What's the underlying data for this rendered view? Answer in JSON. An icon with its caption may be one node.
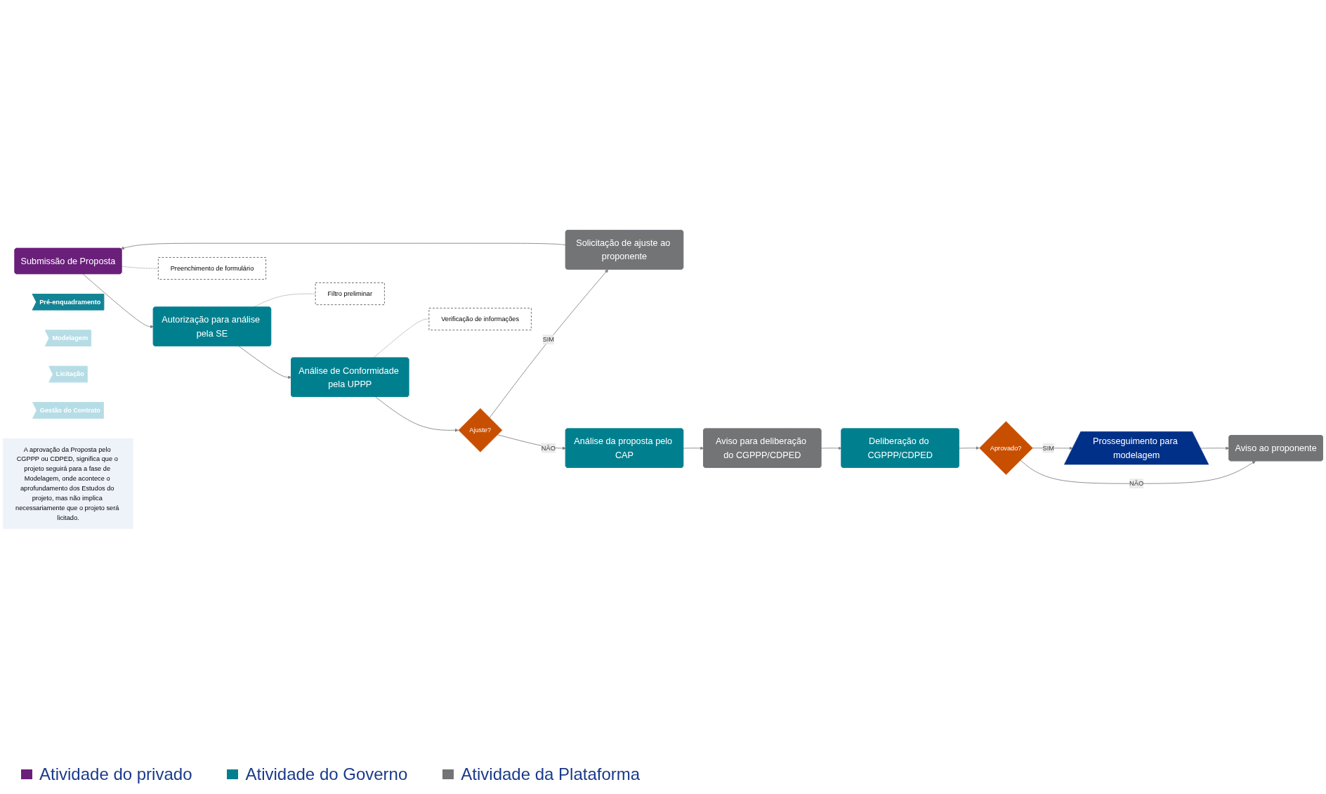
{
  "diagram": {
    "nodes": [
      {
        "text": [
          "Pré-enquadramento"
        ]
      },
      {
        "text": [
          "Modelagem"
        ]
      },
      {
        "text": [
          "Licitação"
        ]
      },
      {
        "text": [
          "Gestão do Contrato"
        ]
      },
      {
        "text": [
          "Submissão de Proposta"
        ]
      },
      {
        "text": [
          "Autorização para análise pela SE"
        ]
      },
      {
        "text": [
          "Análise de Conformidade pela UPPP"
        ]
      },
      {
        "text": [
          "Ajuste?"
        ]
      },
      {
        "text": [
          "Solicitação de ajuste ao proponente"
        ]
      },
      {
        "text": [
          "Preenchimento de formulário"
        ]
      },
      {
        "text": [
          "Filtro preliminar"
        ]
      },
      {
        "text": [
          "Verificação de informações"
        ]
      },
      {
        "text": [
          "Análise da proposta pelo CAP"
        ]
      },
      {
        "text": [
          "Aviso para deliberação do CGPPP/CDPED"
        ]
      },
      {
        "text": [
          "Deliberação do CGPPP/CDPED"
        ]
      },
      {
        "text": [
          "Aprovado?"
        ]
      },
      {
        "text": [
          "Aviso ao proponente"
        ]
      },
      {
        "text": [
          "Prosseguimento para modelagem"
        ]
      },
      {
        "text": [
          "A aprovação da Proposta pelo CGPPP ou CDPED, significa que o projeto seguirá para a fase de Modelagem, onde acontece o aprofundamento dos Estudos do projeto, mas não implica necessariamente que o projeto será licitado."
        ]
      }
    ],
    "edges": [
      {
        "from": 4,
        "to": 5,
        "arrow": "to"
      },
      {
        "from": 5,
        "to": 6,
        "arrow": "to"
      },
      {
        "from": 6,
        "to": 7,
        "arrow": "to"
      },
      {
        "from": 7,
        "to": 8,
        "arrow": "to",
        "label": "SIM"
      },
      {
        "from": 8,
        "to": 4,
        "arrow": "to"
      },
      {
        "from": 4,
        "to": 9,
        "arrow": "none",
        "style": "dashed"
      },
      {
        "from": 5,
        "to": 10,
        "arrow": "none",
        "style": "dashed"
      },
      {
        "from": 6,
        "to": 11,
        "arrow": "none",
        "style": "dashed"
      },
      {
        "from": 7,
        "to": 12,
        "arrow": "to",
        "label": "NÃO"
      },
      {
        "from": 12,
        "to": 13,
        "arrow": "to"
      },
      {
        "from": 13,
        "to": 14,
        "arrow": "to"
      },
      {
        "from": 14,
        "to": 15,
        "arrow": "to"
      },
      {
        "from": 15,
        "to": 16,
        "arrow": "to",
        "label": "NÃO"
      },
      {
        "from": 15,
        "to": 17,
        "arrow": "to",
        "label": "SIM"
      },
      {
        "from": 17,
        "to": 16,
        "arrow": "to"
      }
    ],
    "legend": [
      {
        "text": "Atividade do privado",
        "color": "#6a1f7a"
      },
      {
        "text": "Atividade do Governo",
        "color": "#00808f"
      },
      {
        "text": "Atividade da Plataforma",
        "color": "#737476"
      }
    ]
  }
}
